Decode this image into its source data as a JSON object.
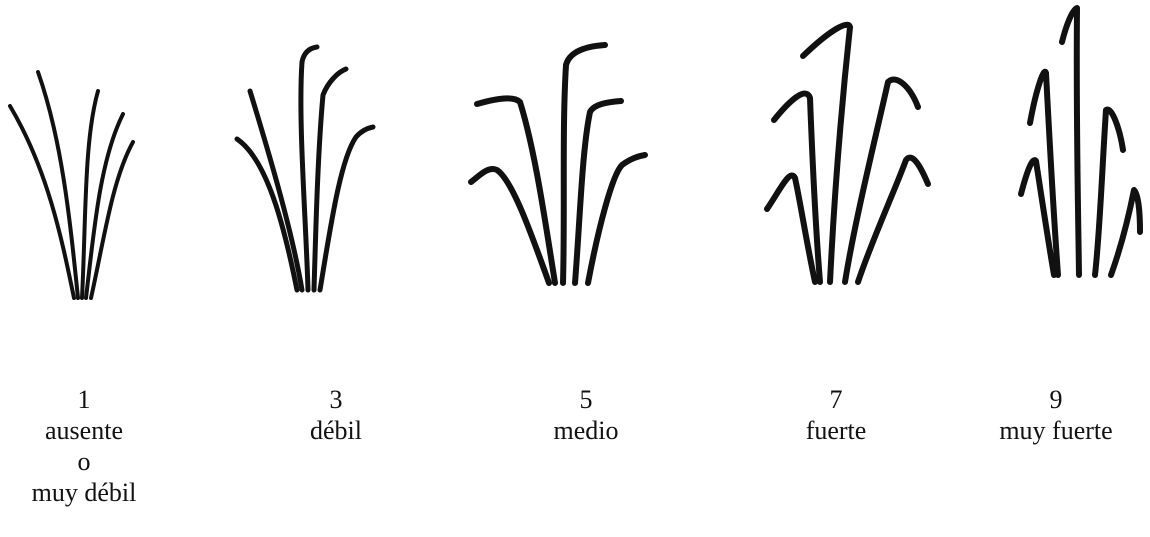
{
  "levels": [
    {
      "code": "1",
      "lines": [
        "ausente",
        "o",
        "muy débil"
      ]
    },
    {
      "code": "3",
      "lines": [
        "débil"
      ]
    },
    {
      "code": "5",
      "lines": [
        "medio"
      ]
    },
    {
      "code": "7",
      "lines": [
        "fuerte"
      ]
    },
    {
      "code": "9",
      "lines": [
        "muy fuerte"
      ]
    }
  ],
  "colors": {
    "ink": "#111111",
    "background": "#ffffff"
  }
}
